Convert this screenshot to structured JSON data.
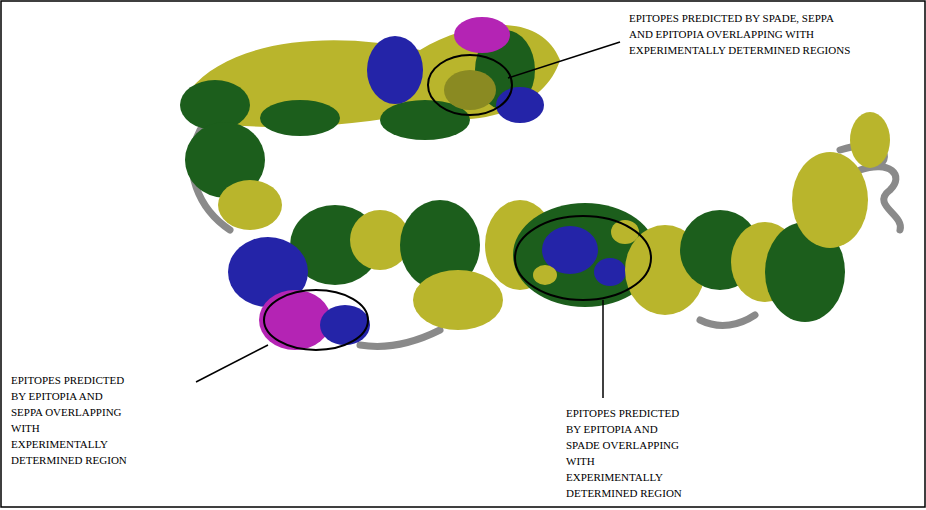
{
  "diagram": {
    "labels": [
      "EPITOPES PREDICTED BY SPADE, SEPPA AND EPITOPIA OVERLAPPING WITH EXPERIMENTALLY DETERMINED REGIONS",
      "EPITOPES PREDICTED BY EPITOPIA AND SEPPA OVERLAPPING WITH EXPERIMENTALLY DETERMINED REGION",
      "EPITOPES PREDICTED BY EPITOPIA AND SPADE OVERLAPPING WITH EXPERIMENTALLY DETERMINED REGION"
    ]
  }
}
